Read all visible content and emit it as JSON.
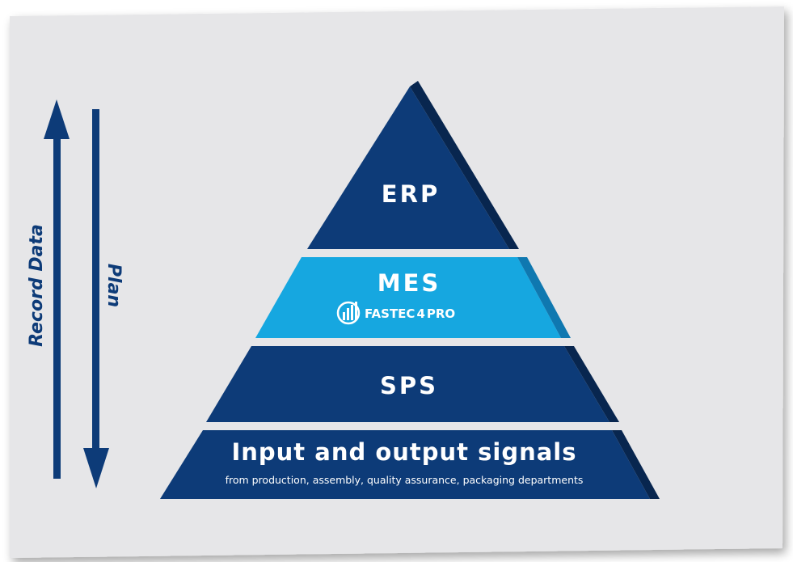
{
  "colors": {
    "card": "#e6e6e8",
    "dark_blue": "#0d3b78",
    "dark_blue_shade": "#08264f",
    "light_blue": "#16a7e0",
    "light_blue_shade": "#0f78b0",
    "arrow_blue": "#0d3b78",
    "white": "#ffffff"
  },
  "side_arrows": {
    "up_label": "Record Data",
    "down_label": "Plan"
  },
  "pyramid": {
    "tiers": [
      {
        "title": "ERP"
      },
      {
        "title": "MES",
        "logo": {
          "icon": "fastec-logo-icon",
          "brand": "FASTEC",
          "number": "4",
          "suffix": "PRO"
        }
      },
      {
        "title": "SPS"
      },
      {
        "title": "Input and output signals",
        "subtitle": "from production, assembly, quality assurance, packaging departments"
      }
    ]
  }
}
